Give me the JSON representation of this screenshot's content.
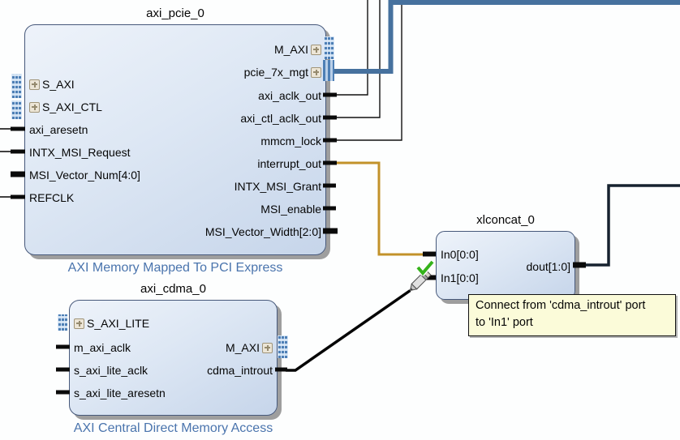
{
  "diagram_tool": "block-design-canvas",
  "blocks": {
    "axi_pcie_0": {
      "title": "axi_pcie_0",
      "description": "AXI Memory Mapped To PCI Express",
      "left_ports": [
        "S_AXI",
        "S_AXI_CTL",
        "axi_aresetn",
        "INTX_MSI_Request",
        "MSI_Vector_Num[4:0]",
        "REFCLK"
      ],
      "right_ports": [
        "M_AXI",
        "pcie_7x_mgt",
        "axi_aclk_out",
        "axi_ctl_aclk_out",
        "mmcm_lock",
        "interrupt_out",
        "INTX_MSI_Grant",
        "MSI_enable",
        "MSI_Vector_Width[2:0]"
      ]
    },
    "axi_cdma_0": {
      "title": "axi_cdma_0",
      "description": "AXI Central Direct Memory Access",
      "left_ports": [
        "S_AXI_LITE",
        "m_axi_aclk",
        "s_axi_lite_aclk",
        "s_axi_lite_aresetn"
      ],
      "right_ports": [
        "M_AXI",
        "cdma_introut"
      ]
    },
    "xlconcat_0": {
      "title": "xlconcat_0",
      "left_ports": [
        "In0[0:0]",
        "In1[0:0]"
      ],
      "right_ports": [
        "dout[1:0]"
      ]
    }
  },
  "tooltip": {
    "line1": "Connect from 'cdma_introut' port",
    "line2": "to 'In1' port"
  },
  "colors": {
    "interface_wire_blue": "#46719e",
    "interrupt_wire_orange": "#c2922a",
    "bus_wire_navy": "#16222f",
    "thin_wire_black": "#111111",
    "block_border": "#46587a",
    "block_fill_light": "#eef3fa",
    "block_fill_dark": "#c6d5ea",
    "description_text": "#4a74ad",
    "tooltip_bg": "#fbfbd9",
    "valid_check_green": "#35b31b"
  }
}
